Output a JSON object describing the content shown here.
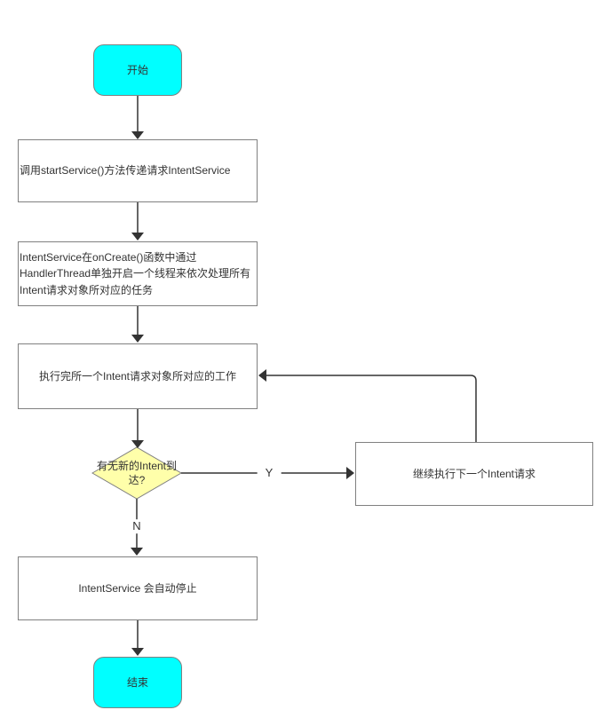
{
  "diagram": {
    "type": "flowchart",
    "language": "zh-CN",
    "colors": {
      "terminal_fill": "#00ffff",
      "decision_fill": "#ffffaa",
      "process_fill": "#ffffff",
      "border": "#808080",
      "line": "#333333",
      "text": "#333333"
    },
    "nodes": {
      "start": {
        "type": "terminal",
        "label": "开始"
      },
      "call_start_service": {
        "type": "process",
        "label": "调用startService()方法传递请求IntentService"
      },
      "on_create_thread": {
        "type": "process",
        "label": "IntentService在onCreate()函数中通过HandlerThread单独开启一个线程来依次处理所有Intent请求对象所对应的任务"
      },
      "execute_work": {
        "type": "process",
        "label": "执行完所一个Intent请求对象所对应的工作"
      },
      "new_intent_decision": {
        "type": "decision",
        "label": "有无新的Intent到达?"
      },
      "continue_next_intent": {
        "type": "process",
        "label": "继续执行下一个Intent请求"
      },
      "auto_stop": {
        "type": "process",
        "label": "IntentService 会自动停止"
      },
      "end": {
        "type": "terminal",
        "label": "结束"
      }
    },
    "edge_labels": {
      "yes": "Y",
      "no": "N"
    }
  }
}
